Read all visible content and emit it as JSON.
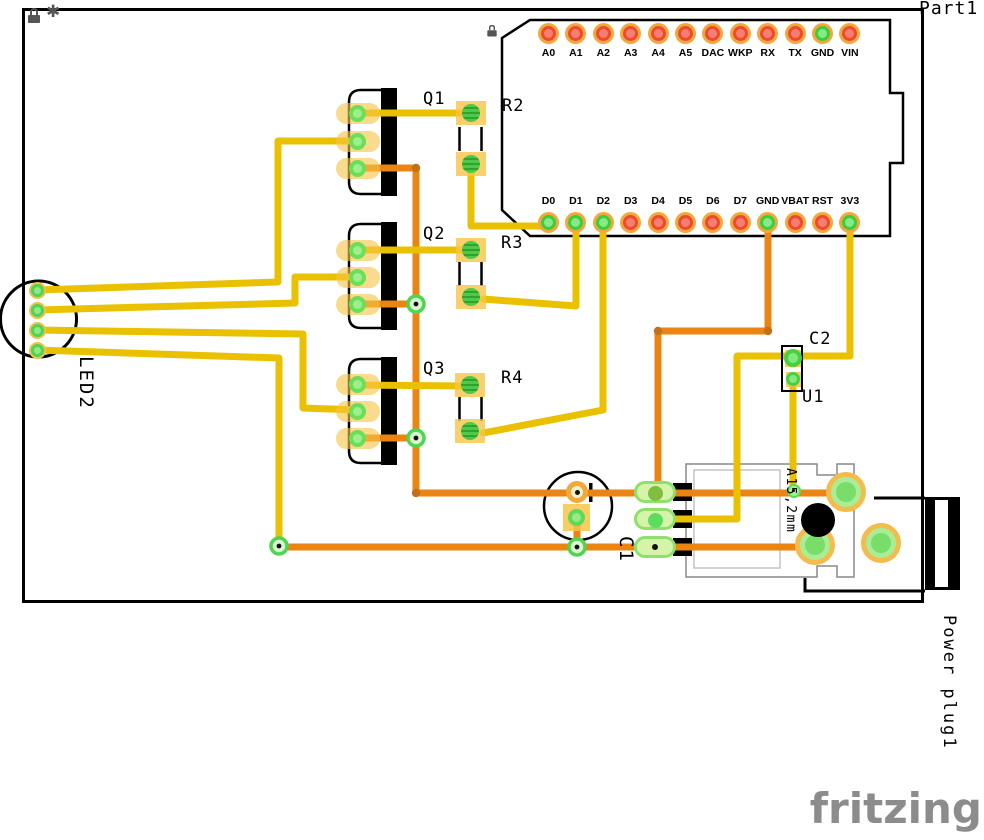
{
  "workspace": {
    "asterisk_glyph": "✱"
  },
  "board": {
    "ref": "Part1",
    "top_pins": [
      {
        "label": "A0",
        "color": "red"
      },
      {
        "label": "A1",
        "color": "red"
      },
      {
        "label": "A2",
        "color": "red"
      },
      {
        "label": "A3",
        "color": "red"
      },
      {
        "label": "A4",
        "color": "red"
      },
      {
        "label": "A5",
        "color": "red"
      },
      {
        "label": "DAC",
        "color": "red"
      },
      {
        "label": "WKP",
        "color": "red"
      },
      {
        "label": "RX",
        "color": "red"
      },
      {
        "label": "TX",
        "color": "red"
      },
      {
        "label": "GND",
        "color": "green"
      },
      {
        "label": "VIN",
        "color": "red"
      }
    ],
    "bottom_pins": [
      {
        "label": "D0",
        "color": "green"
      },
      {
        "label": "D1",
        "color": "green"
      },
      {
        "label": "D2",
        "color": "green"
      },
      {
        "label": "D3",
        "color": "red"
      },
      {
        "label": "D4",
        "color": "red"
      },
      {
        "label": "D5",
        "color": "red"
      },
      {
        "label": "D6",
        "color": "red"
      },
      {
        "label": "D7",
        "color": "red"
      },
      {
        "label": "GND",
        "color": "green"
      },
      {
        "label": "VBAT",
        "color": "red"
      },
      {
        "label": "RST",
        "color": "red"
      },
      {
        "label": "3V3",
        "color": "green"
      }
    ]
  },
  "parts": {
    "q1": "Q1",
    "q2": "Q2",
    "q3": "Q3",
    "r2": "R2",
    "r3": "R3",
    "r4": "R4",
    "led2": "LED2",
    "c1": "C1",
    "c2": "C2",
    "u1": "U1",
    "jack_dimension": "A15,2mm",
    "power_plug": "Power plug1"
  },
  "watermark": "fritzing",
  "colors": {
    "trace_top": "#EAC100",
    "trace_bottom": "#EA8413",
    "bend_dot": "#C2701A",
    "pad_gold": "#F3A83B",
    "pad_red": "#EE4B2E",
    "pad_red_core": "#F57F72",
    "pad_green": "#3ECC3E",
    "pad_green_core": "#86EA86",
    "via_green": "#4ED44E",
    "jack_outline": "#888888",
    "logo": "#8C8C8C"
  }
}
